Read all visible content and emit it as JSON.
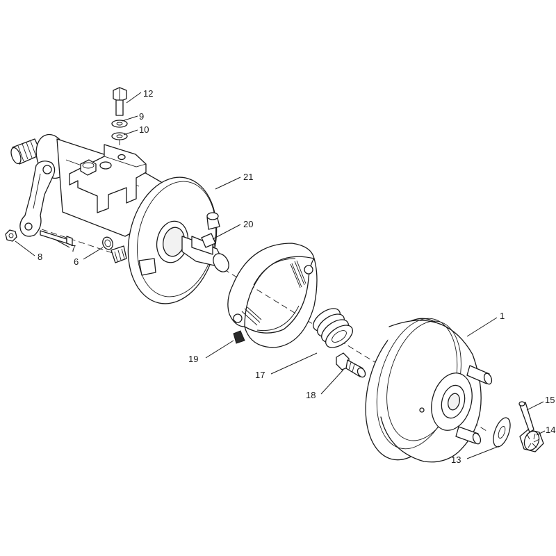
{
  "figure": {
    "type": "exploded parts diagram"
  },
  "callouts": {
    "c1": "1",
    "c6": "6",
    "c7": "7",
    "c8": "8",
    "c9": "9",
    "c10": "10",
    "c12": "12",
    "c13": "13",
    "c14": "14",
    "c15": "15",
    "c17": "17",
    "c18": "18",
    "c19": "19",
    "c20": "20",
    "c21": "21"
  },
  "colors": {
    "line": "#1a1a1a",
    "background": "#ffffff"
  }
}
